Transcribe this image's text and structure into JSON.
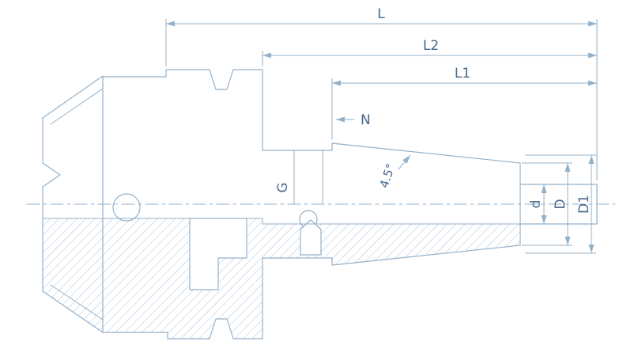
{
  "diagram": {
    "labels": {
      "L": "L",
      "L2": "L2",
      "L1": "L1",
      "N": "N",
      "G": "G",
      "angle": "4.5°",
      "d": "d",
      "D": "D",
      "D1": "D1"
    },
    "colors": {
      "line": "#94b1ca",
      "text": "#47698c",
      "hatch": "#abc2d8",
      "background": "#ffffff"
    }
  }
}
